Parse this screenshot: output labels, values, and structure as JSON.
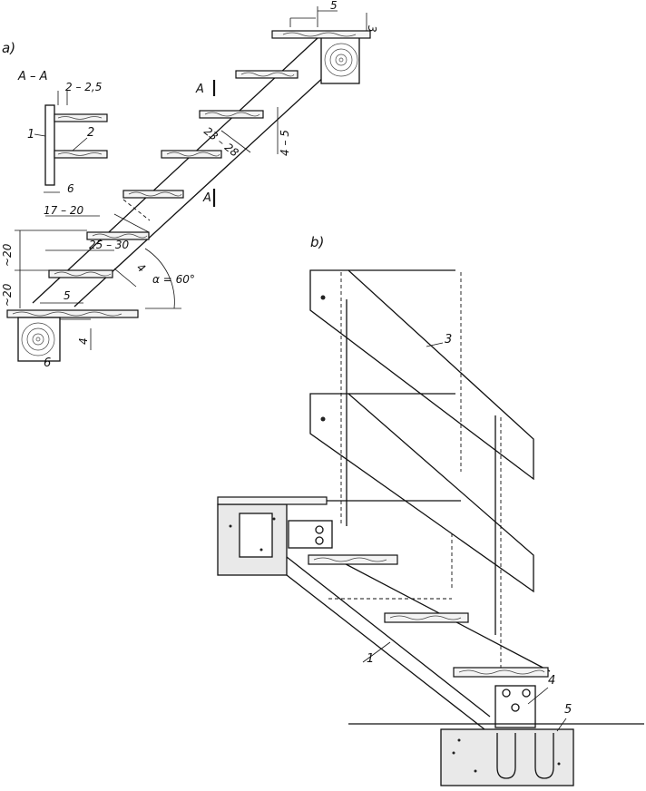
{
  "figure": {
    "part_a_label": "a)",
    "part_b_label": "b)",
    "section_title": "A – A",
    "section_marks": [
      "A",
      "A"
    ],
    "angle_label": "α = 60°"
  },
  "dimensions": {
    "top_gap": "5",
    "top_thickness": "3",
    "section_width": "2 – 2,5",
    "section_base": "6",
    "tread_thickness": "4 – 5",
    "stringer_depth": "23 – 28",
    "tread_depth_upper": "17 – 20",
    "tread_depth_lower": "25 – 30",
    "riser_upper": "~20",
    "riser_lower": "~20",
    "stringer_offset": "4",
    "bottom_gap": "5",
    "bottom_height": "4"
  },
  "callouts": {
    "a_item_1": "1",
    "a_item_2": "2",
    "a_item_6": "6",
    "b_item_1": "1",
    "b_item_3": "3",
    "b_item_4": "4",
    "b_item_5": "5"
  }
}
